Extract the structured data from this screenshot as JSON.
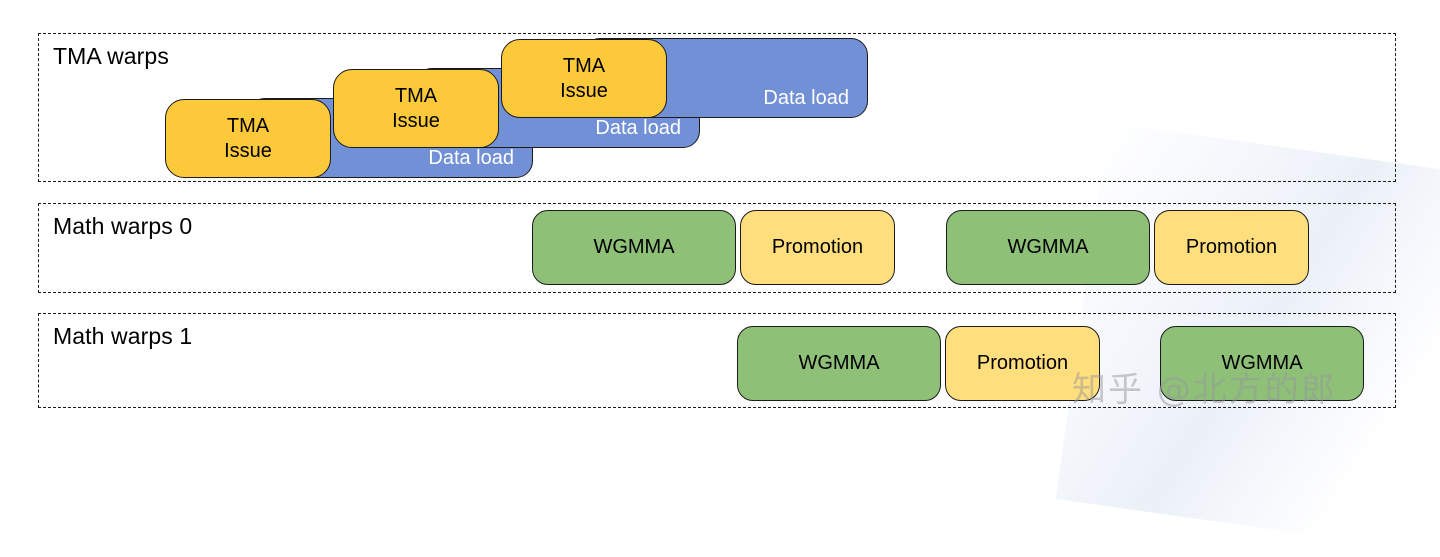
{
  "diagram": {
    "title": "TMA warps and math warps pipeline timeline",
    "colors": {
      "tma_issue": "#FCC93A",
      "data_load": "#7190D5",
      "wgmma": "#8FC078",
      "promotion": "#FFDE7D",
      "outline": "#1B1B1B",
      "lane_border": "#1A1A1A",
      "load_text": "#FFFFFF",
      "background": "#FFFFFF"
    },
    "lanes": [
      {
        "id": "tma-warps",
        "label": "TMA warps",
        "blocks": [
          {
            "id": "data-load-1",
            "kind": "data_load",
            "label": "Data load"
          },
          {
            "id": "data-load-2",
            "kind": "data_load",
            "label": "Data load"
          },
          {
            "id": "data-load-3",
            "kind": "data_load",
            "label": "Data load"
          },
          {
            "id": "tma-issue-1",
            "kind": "tma_issue",
            "label": "TMA\nIssue"
          },
          {
            "id": "tma-issue-2",
            "kind": "tma_issue",
            "label": "TMA\nIssue"
          },
          {
            "id": "tma-issue-3",
            "kind": "tma_issue",
            "label": "TMA\nIssue"
          }
        ]
      },
      {
        "id": "math-warps-0",
        "label": "Math warps 0",
        "blocks": [
          {
            "id": "mw0-wgmma-1",
            "kind": "wgmma",
            "label": "WGMMA"
          },
          {
            "id": "mw0-promotion-1",
            "kind": "promotion",
            "label": "Promotion"
          },
          {
            "id": "mw0-wgmma-2",
            "kind": "wgmma",
            "label": "WGMMA"
          },
          {
            "id": "mw0-promotion-2",
            "kind": "promotion",
            "label": "Promotion"
          }
        ]
      },
      {
        "id": "math-warps-1",
        "label": "Math warps 1",
        "blocks": [
          {
            "id": "mw1-wgmma-1",
            "kind": "wgmma",
            "label": "WGMMA"
          },
          {
            "id": "mw1-promotion-1",
            "kind": "promotion",
            "label": "Promotion"
          },
          {
            "id": "mw1-wgmma-2",
            "kind": "wgmma",
            "label": "WGMMA"
          }
        ]
      }
    ],
    "watermark": "知乎 @北方的郎"
  }
}
